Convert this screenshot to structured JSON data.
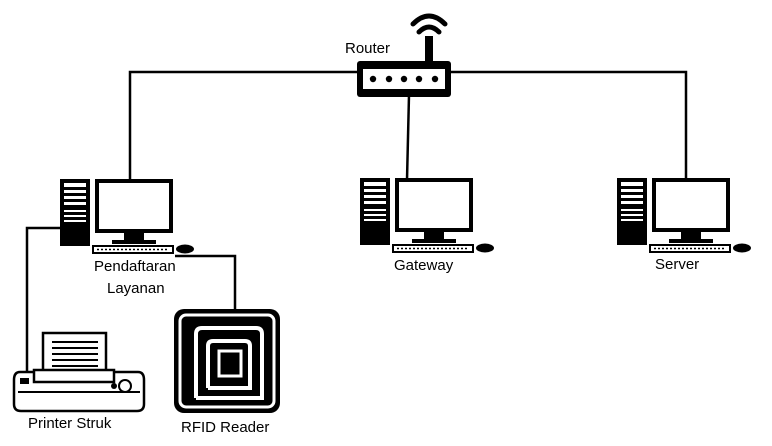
{
  "diagram": {
    "nodes": {
      "router": {
        "label": "Router",
        "icon": "router-icon"
      },
      "registration": {
        "label_line1": "Pendaftaran",
        "label_line2": "Layanan",
        "icon": "desktop-computer-icon"
      },
      "gateway": {
        "label": "Gateway",
        "icon": "desktop-computer-icon"
      },
      "server": {
        "label": "Server",
        "icon": "desktop-computer-icon"
      },
      "printer": {
        "label": "Printer Struk",
        "icon": "printer-icon"
      },
      "rfid": {
        "label": "RFID Reader",
        "icon": "rfid-tag-icon"
      }
    },
    "edges": [
      {
        "from": "Router",
        "to": "Pendaftaran Layanan"
      },
      {
        "from": "Router",
        "to": "Gateway"
      },
      {
        "from": "Router",
        "to": "Server"
      },
      {
        "from": "Pendaftaran Layanan",
        "to": "Printer Struk"
      },
      {
        "from": "Pendaftaran Layanan",
        "to": "RFID Reader"
      }
    ],
    "colors": {
      "line": "#000000",
      "background": "#ffffff"
    }
  }
}
